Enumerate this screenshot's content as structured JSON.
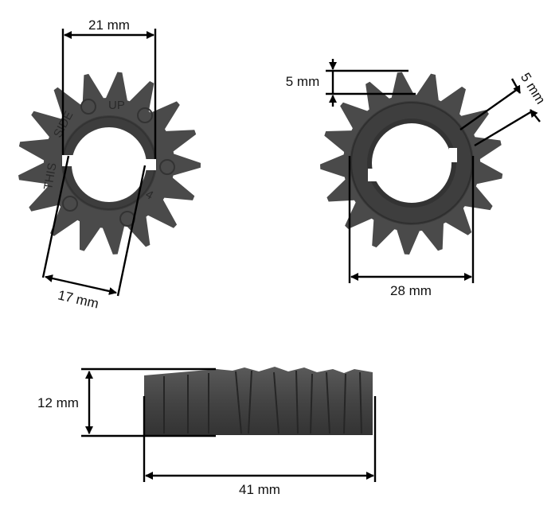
{
  "dimensions": {
    "top_width": "21 mm",
    "bore_diag": "17 mm",
    "tooth_height": "5 mm",
    "tooth_pitch": "5 mm",
    "outer_width": "28 mm",
    "thickness": "12 mm",
    "length": "41 mm"
  },
  "engraving": {
    "up": "UP",
    "side": "SIDE",
    "this": "THIS",
    "mark": "4"
  },
  "colors": {
    "gear_fill": "#4a4a4a",
    "gear_dark": "#2e2e2e",
    "hub_ring": "#3a3a3a",
    "dimension_line": "#000000",
    "background": "#ffffff"
  }
}
